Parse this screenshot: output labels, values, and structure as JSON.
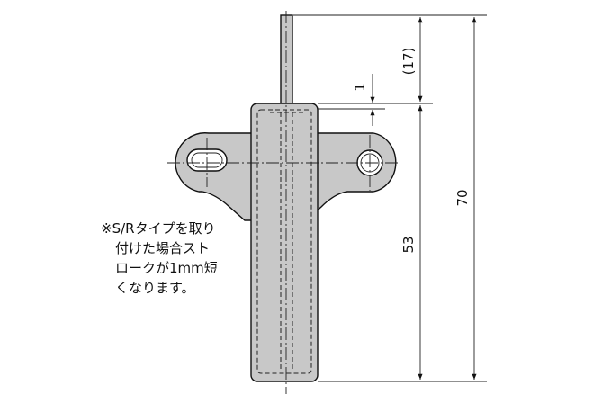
{
  "dimensions": {
    "total_length": "70",
    "body_length": "53",
    "protrusion_length": "(17)",
    "stroke_offset": "1"
  },
  "note": {
    "lines": [
      "※S/Rタイプを取り",
      "付けた場合スト",
      "ロークが1mm短",
      "くなります。"
    ]
  }
}
